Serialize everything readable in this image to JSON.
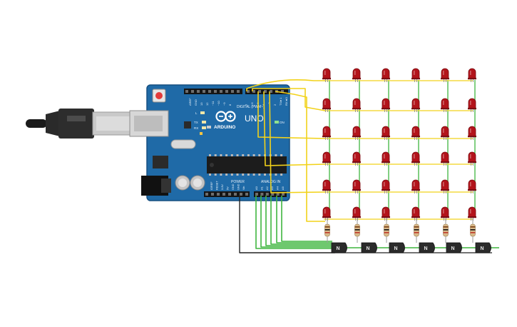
{
  "board": {
    "brand": "ARDUINO",
    "model": "UNO",
    "digital_label": "DIGITAL (PWM~)",
    "power_label": "POWER",
    "analog_label": "ANALOG IN",
    "led_l": "L",
    "led_tx": "TX",
    "led_rx": "RX",
    "led_on": "ON",
    "aref": "AREF",
    "gnd": "GND",
    "digital_pins": [
      "13",
      "12",
      "~11",
      "~10",
      "~9",
      "8",
      "7",
      "~6",
      "~5",
      "4",
      "~3",
      "2",
      "TX►1",
      "RX◄0"
    ],
    "power_pins": [
      "IOREF",
      "RESET",
      "3.3V",
      "5V",
      "GND",
      "GND",
      "Vin"
    ],
    "analog_pins": [
      "A0",
      "A1",
      "A2",
      "A3",
      "A4",
      "A5"
    ]
  },
  "matrix": {
    "rows": 6,
    "cols": 6
  },
  "transistor_label": "N",
  "colors": {
    "board": "#1f6aa7",
    "board_dark": "#164f80",
    "led": "#b3141b",
    "led_dark": "#7c0d12",
    "wire_yellow": "#f2d21a",
    "wire_green": "#3fb53f",
    "wire_black": "#222222",
    "transistor": "#2b2b2b"
  }
}
